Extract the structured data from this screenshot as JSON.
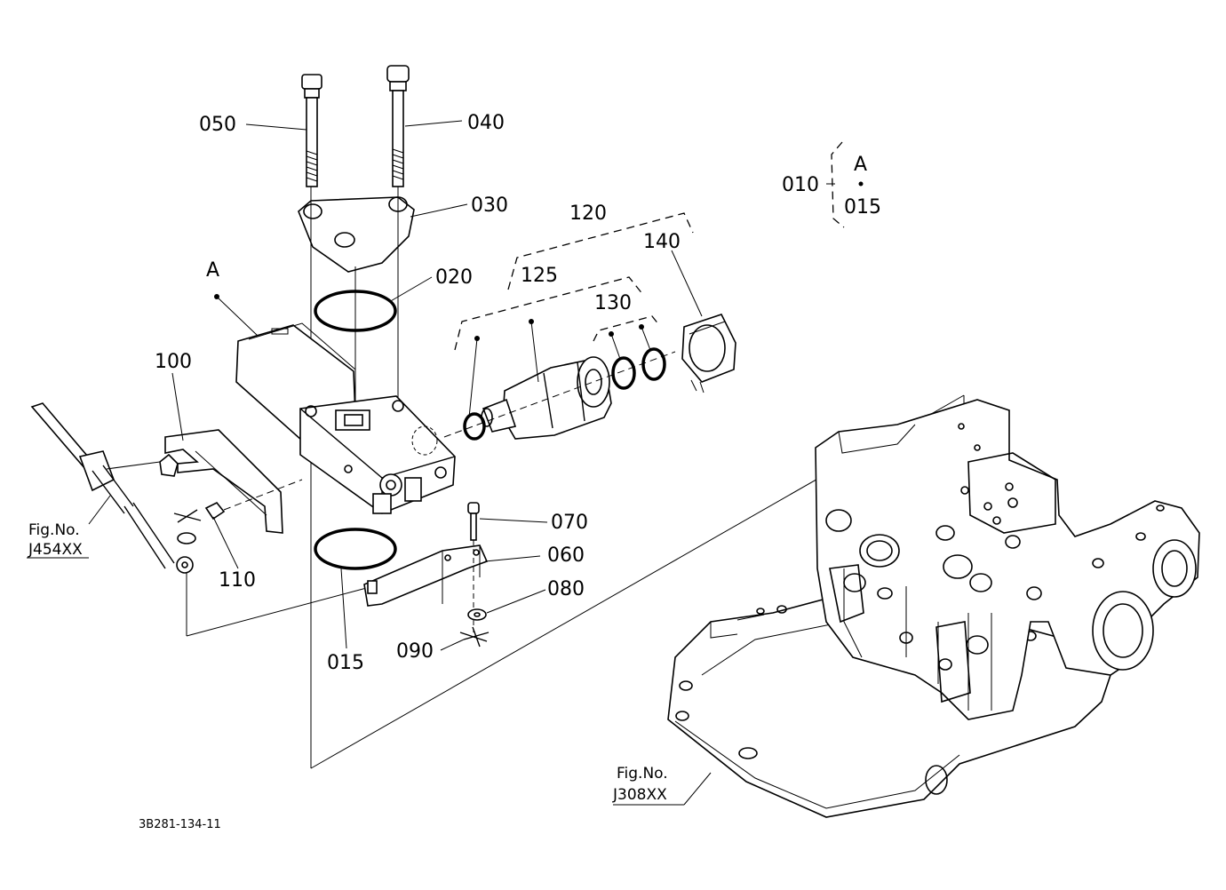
{
  "callouts": {
    "c050": "050",
    "c040": "040",
    "c030": "030",
    "c020": "020",
    "c120": "120",
    "c125": "125",
    "c130": "130",
    "c140": "140",
    "cA": "A",
    "c100": "100",
    "c110": "110",
    "c015": "015",
    "c070": "070",
    "c060": "060",
    "c080": "080",
    "c090": "090",
    "c010": "010"
  },
  "legend": {
    "key": "010",
    "sub_a": "A",
    "sub_015": "015"
  },
  "references": {
    "fig_left_title": "Fig.No.",
    "fig_left_no": "J454XX",
    "fig_right_title": "Fig.No.",
    "fig_right_no": "J308XX"
  },
  "drawing_id": "3B281-134-11"
}
